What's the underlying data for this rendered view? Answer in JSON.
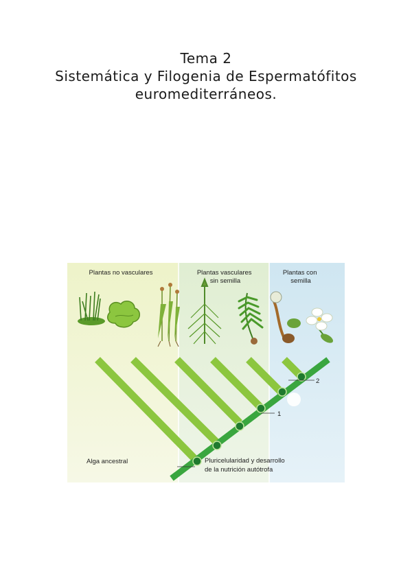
{
  "title": {
    "line1": "Tema 2",
    "line2": "Sistemática y Filogenia de Espermatófitos",
    "line3": "euromediterráneos."
  },
  "figure": {
    "zones": [
      {
        "label_lines": [
          "Plantas no vasculares"
        ],
        "color": "#eef3c9"
      },
      {
        "label_lines": [
          "Plantas vasculares",
          "sin semilla"
        ],
        "color": "#e2efd4"
      },
      {
        "label_lines": [
          "Plantas con",
          "semilla"
        ],
        "color": "#d6eaf2"
      }
    ],
    "root_label": "Alga ancestral",
    "base_label": [
      "Pluricelularidad y desarrollo",
      "de la nutrición autótrofa"
    ],
    "markers": [
      "1",
      "2"
    ],
    "colors": {
      "branch": "#8cc63f",
      "branch_dark": "#4e8a1c",
      "node": "#1f7a2e",
      "trunk": "#2e9e3a"
    }
  }
}
